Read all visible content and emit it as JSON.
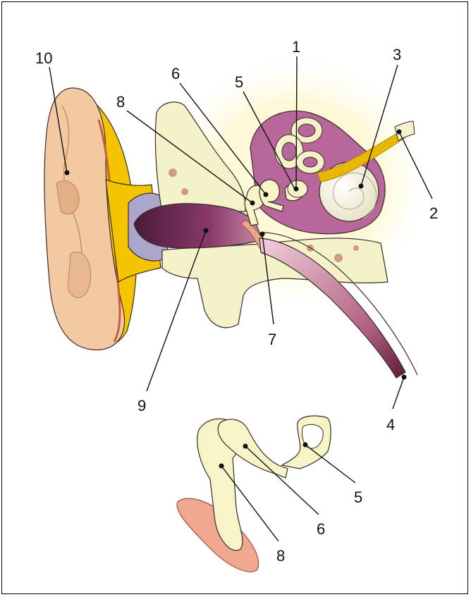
{
  "labels": [
    {
      "id": "1",
      "text": "1"
    },
    {
      "id": "2",
      "text": "2"
    },
    {
      "id": "3",
      "text": "3"
    },
    {
      "id": "4",
      "text": "4"
    },
    {
      "id": "5",
      "text": "5"
    },
    {
      "id": "6",
      "text": "6"
    },
    {
      "id": "7",
      "text": "7"
    },
    {
      "id": "8",
      "text": "8"
    },
    {
      "id": "9",
      "text": "9"
    },
    {
      "id": "10",
      "text": "10"
    }
  ],
  "inset_labels": [
    {
      "id": "5",
      "text": "5"
    },
    {
      "id": "6",
      "text": "6"
    },
    {
      "id": "8",
      "text": "8"
    }
  ],
  "colors": {
    "pinna": "#f2c9a0",
    "cartilage": "#f5c400",
    "canal_plug": "#aaa6cc",
    "bone": "#f4f2c8",
    "cavity": "#8a3a6a",
    "inner_ear": "#b8679a",
    "ossicle": "#f7f5c8",
    "eardrum": "#e8a88a",
    "leader": "#111111"
  }
}
